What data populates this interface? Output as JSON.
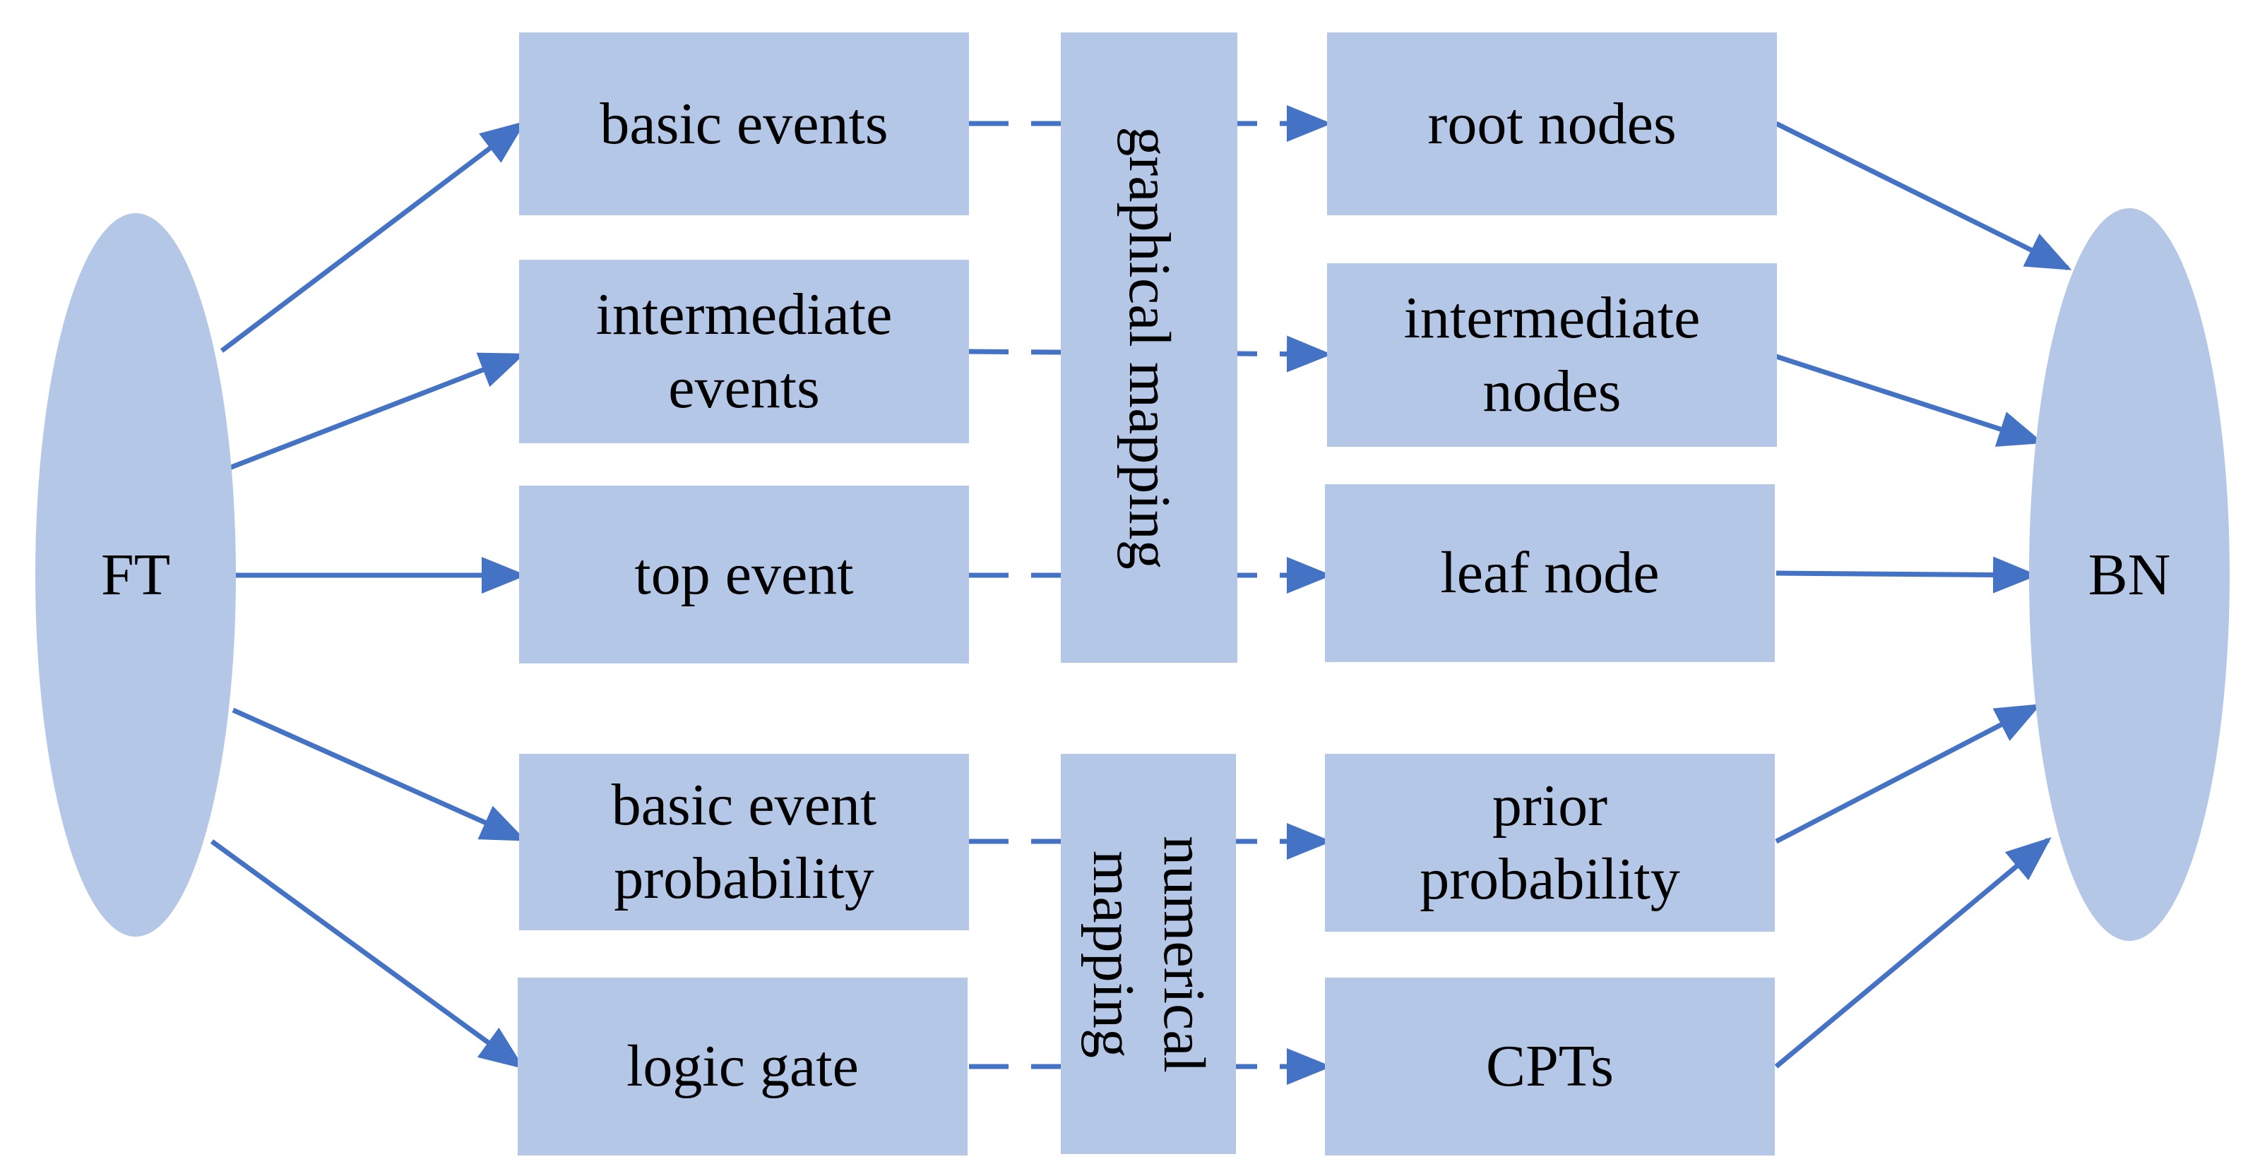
{
  "nodes": {
    "ft": "FT",
    "bn": "BN",
    "basic_events": [
      "basic events"
    ],
    "intermediate_events": [
      "intermediate",
      "events"
    ],
    "top_event": [
      "top event"
    ],
    "basic_event_probability": [
      "basic event",
      "probability"
    ],
    "logic_gate": [
      "logic gate"
    ],
    "root_nodes": [
      "root nodes"
    ],
    "intermediate_nodes": [
      "intermediate",
      "nodes"
    ],
    "leaf_node": [
      "leaf node"
    ],
    "prior_probability": [
      "prior",
      "probability"
    ],
    "cpts": [
      "CPTs"
    ]
  },
  "mappings": {
    "graphical": [
      "graphical mapping"
    ],
    "numerical": [
      "numerical",
      "mapping"
    ]
  },
  "colors": {
    "shape_fill": "#b4c7e7",
    "arrow": "#4472c4"
  }
}
